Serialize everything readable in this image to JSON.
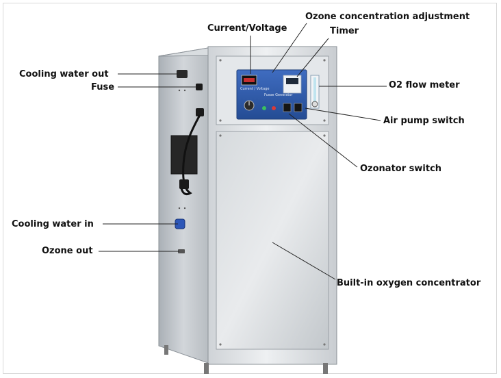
{
  "labels": {
    "current_voltage": "Current/Voltage",
    "ozone_concentration_adjustment": "Ozone concentration adjustment",
    "timer": "Timer",
    "o2_flow_meter": "O2 flow meter",
    "air_pump_switch": "Air pump switch",
    "ozonator_switch": "Ozonator switch",
    "cooling_water_out": "Cooling water out",
    "fuse": "Fuse",
    "cooling_water_in": "Cooling water in",
    "ozone_out": "Ozone out",
    "built_in_oxygen_concentrator": "Built-in oxygen concentrator"
  },
  "panel": {
    "brand": "Fusoe Generator",
    "meter_caption": "Current / Voltage"
  },
  "colors": {
    "steel_light": "#dfe3e6",
    "steel_mid": "#c4c9ce",
    "steel_dark": "#9aa0a6",
    "panel_blue": "#2e5aa8",
    "leader_line": "#222222"
  }
}
